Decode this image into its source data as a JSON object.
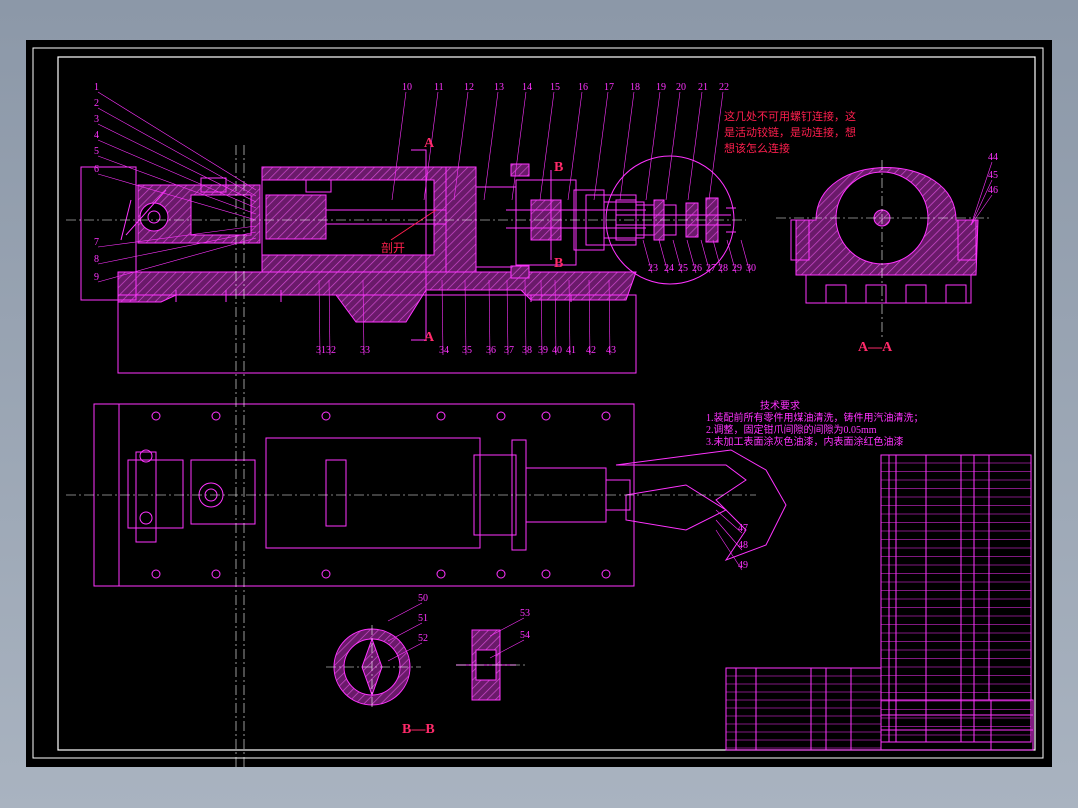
{
  "annotation": {
    "line1": "这几处不可用螺钉连接，这",
    "line2": "是活动铰链，是动连接，想",
    "line3": "想该怎么连接"
  },
  "cut_label": "剖开",
  "section_label_aa": "A—A",
  "section_label_bb": "B—B",
  "section_mark_a": "A",
  "section_mark_b": "B",
  "tech_title": "技术要求",
  "tech_notes": [
    "1.装配前所有零件用煤油清洗，铸件用汽油清洗；",
    "2.调整，固定钳爪间隙的间隙为0.05mm",
    "3.未加工表面涂灰色油漆，内表面涂红色油漆"
  ],
  "leaders_top": [
    "10",
    "11",
    "12",
    "13",
    "14",
    "15",
    "16",
    "17",
    "18",
    "19",
    "20",
    "21",
    "22"
  ],
  "leaders_left": [
    "1",
    "2",
    "3",
    "4",
    "5",
    "6",
    "7",
    "8",
    "9"
  ],
  "leaders_bottom": [
    "31",
    "32",
    "33",
    "34",
    "35",
    "36",
    "37",
    "38",
    "39",
    "40",
    "41",
    "42",
    "43"
  ],
  "leaders_detail": [
    "23",
    "24",
    "25",
    "26",
    "27",
    "28",
    "29",
    "30"
  ],
  "leaders_aa": [
    "44",
    "45",
    "46"
  ],
  "leaders_plan": [
    "47",
    "48",
    "49"
  ],
  "leaders_bb": [
    "50",
    "51",
    "52",
    "53",
    "54"
  ],
  "colors": {
    "line": "#ff33ff",
    "hatch": "#c83cc8",
    "accent": "#ff1f4e",
    "center": "#ffffff",
    "frame": "#ffffff"
  }
}
